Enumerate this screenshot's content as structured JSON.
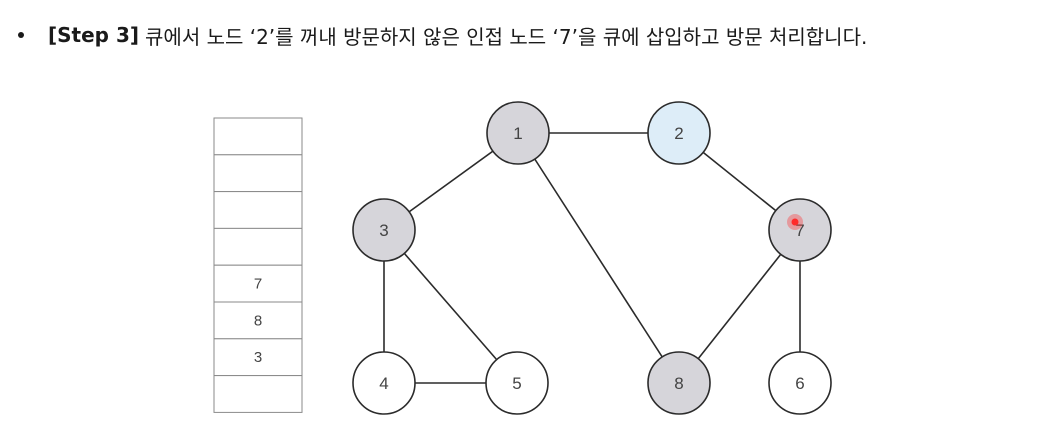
{
  "instruction": {
    "step_label": "[Step 3]",
    "text": "큐에서 노드 ‘2’를 꺼내 방문하지 않은 인접 노드 ‘7’을 큐에 삽입하고 방문 처리합니다."
  },
  "queue": {
    "slots": [
      "",
      "",
      "",
      "",
      "7",
      "8",
      "3",
      ""
    ]
  },
  "graph": {
    "nodes": [
      {
        "id": "1",
        "label": "1",
        "state": "visited"
      },
      {
        "id": "2",
        "label": "2",
        "state": "current"
      },
      {
        "id": "3",
        "label": "3",
        "state": "visited"
      },
      {
        "id": "7",
        "label": "7",
        "state": "visited"
      },
      {
        "id": "4",
        "label": "4",
        "state": "unvisited"
      },
      {
        "id": "5",
        "label": "5",
        "state": "unvisited"
      },
      {
        "id": "8",
        "label": "8",
        "state": "visited"
      },
      {
        "id": "6",
        "label": "6",
        "state": "unvisited"
      }
    ],
    "edges": [
      [
        "1",
        "2"
      ],
      [
        "1",
        "3"
      ],
      [
        "1",
        "8"
      ],
      [
        "2",
        "7"
      ],
      [
        "3",
        "4"
      ],
      [
        "3",
        "5"
      ],
      [
        "4",
        "5"
      ],
      [
        "7",
        "8"
      ],
      [
        "7",
        "6"
      ]
    ]
  },
  "colors": {
    "visited": "#d6d5da",
    "current": "#ddedf8",
    "unvisited": "#ffffff",
    "stroke": "#2b2b2b",
    "cursor": "#ff2a2a"
  }
}
